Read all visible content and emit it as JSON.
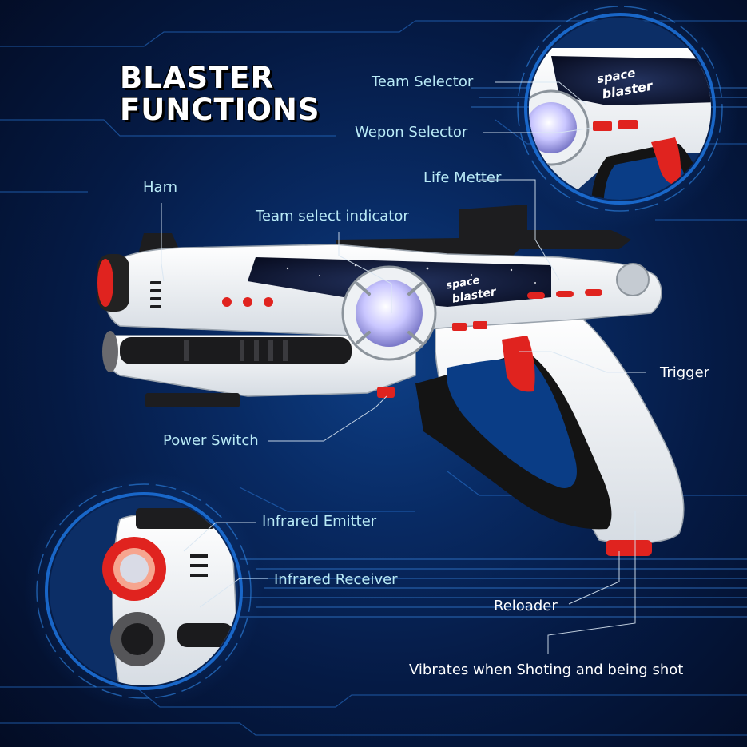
{
  "title": {
    "line1": "BLASTER",
    "line2": "FUNCTIONS"
  },
  "product": {
    "logo_line1": "space",
    "logo_line2": "blaster"
  },
  "labels": {
    "team_selector": "Team Selector",
    "weapon_selector": "Wepon Selector",
    "life_meter": "Life Metter",
    "horn": "Harn",
    "team_select_indicator": "Team select indicator",
    "trigger": "Trigger",
    "power_switch": "Power Switch",
    "infrared_emitter": "Infrared Emitter",
    "infrared_receiver": "Infrared Receiver",
    "reloader": "Reloader",
    "vibrates": "Vibrates when Shoting and being shot"
  },
  "colors": {
    "accent_red": "#e0231f",
    "led_glow": "#c9c6ff",
    "body_white": "#f3f5f7",
    "trim_dark": "#232323",
    "label_cyan": "#b9eaf6"
  }
}
